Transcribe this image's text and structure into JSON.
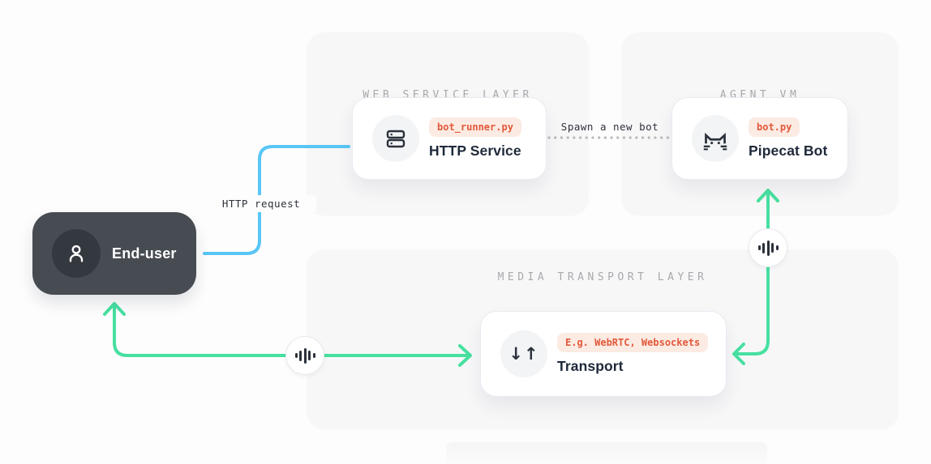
{
  "panels": {
    "web_service": {
      "title": "WEB SERVICE LAYER"
    },
    "agent_vm": {
      "title": "AGENT VM"
    },
    "media_transport": {
      "title": "MEDIA TRANSPORT LAYER"
    }
  },
  "nodes": {
    "end_user": {
      "label": "End-user",
      "icon": "person-icon"
    },
    "http_service": {
      "label": "HTTP Service",
      "badge": "bot_runner.py",
      "icon": "server-icon"
    },
    "pipecat_bot": {
      "label": "Pipecat Bot",
      "badge": "bot.py",
      "icon": "pipecat-cat-icon"
    },
    "transport": {
      "label": "Transport",
      "badge": "E.g. WebRTC, Websockets",
      "icon": "transport-updown-icon",
      "icon_glyph": "↓↑"
    }
  },
  "edges": {
    "http_request": {
      "label": "HTTP request",
      "style": "solid",
      "color": "#58c6f6",
      "from": "end_user",
      "to": "http_service"
    },
    "spawn_bot": {
      "label": "Spawn a new bot",
      "style": "dotted",
      "color": "#b8babd",
      "from": "http_service",
      "to": "pipecat_bot"
    },
    "user_media": {
      "icon": "waveform-icon",
      "style": "solid",
      "color": "#47e0a1",
      "from": "transport",
      "to": "end_user",
      "bidirectional": true
    },
    "bot_media": {
      "icon": "waveform-icon",
      "style": "solid",
      "color": "#47e0a1",
      "from": "transport",
      "to": "pipecat_bot",
      "bidirectional": true
    }
  },
  "colors": {
    "background": "#fdfdfd",
    "panel": "#f7f7f8",
    "card": "#ffffff",
    "badge_bg": "#fcebe3",
    "badge_text": "#e2593a",
    "title_text": "#1e2939",
    "panel_title_text": "#a7a9ac",
    "end_user_bg": "#474b52",
    "green_accent": "#47e0a1",
    "blue_accent": "#58c6f6"
  }
}
